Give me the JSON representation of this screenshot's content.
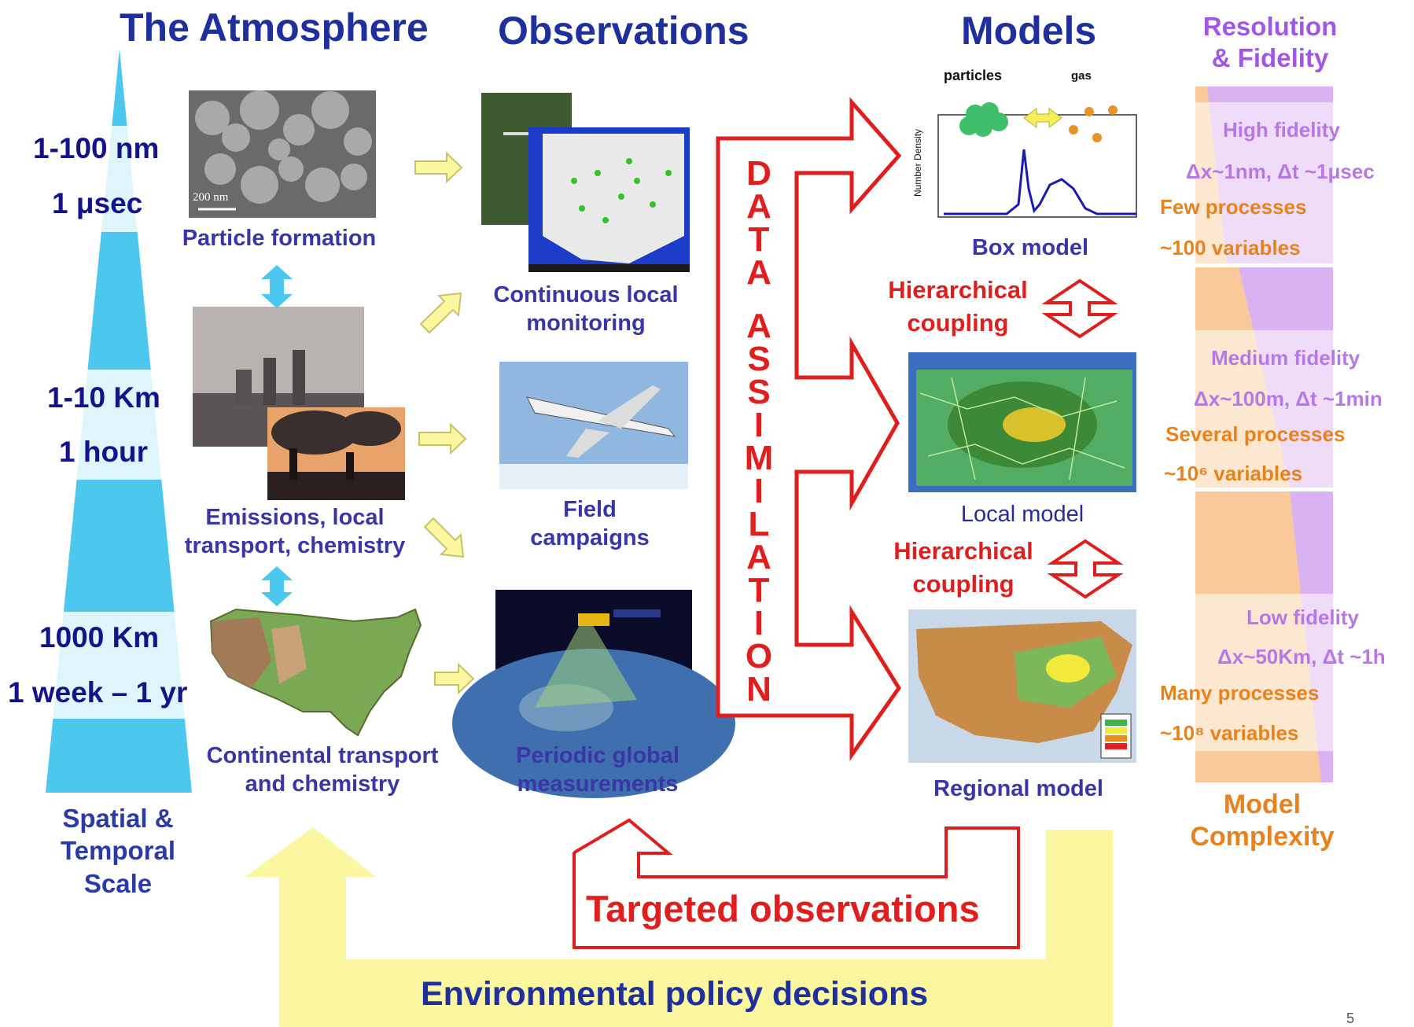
{
  "headers": {
    "atmosphere": "The Atmosphere",
    "observations": "Observations",
    "models": "Models",
    "resolution_l1": "Resolution",
    "resolution_l2": "& Fidelity"
  },
  "scale": {
    "s1_size": "1-100 nm",
    "s1_time": "1 μsec",
    "s2_size": "1-10 Km",
    "s2_time": "1 hour",
    "s3_size": "1000 Km",
    "s3_time": "1 week – 1 yr",
    "caption_l1": "Spatial &",
    "caption_l2": "Temporal",
    "caption_l3": "Scale"
  },
  "atmosphere": {
    "particle_caption": "Particle formation",
    "scale_bar": "200 nm",
    "emissions_l1": "Emissions, local",
    "emissions_l2": "transport, chemistry",
    "continental_l1": "Continental transport",
    "continental_l2": "and chemistry"
  },
  "observations": {
    "continuous_l1": "Continuous local",
    "continuous_l2": "monitoring",
    "field_l1": "Field",
    "field_l2": "campaigns",
    "periodic_l1": "Periodic global",
    "periodic_l2": "measurements"
  },
  "data_assimilation": {
    "letters": [
      "D",
      "A",
      "T",
      "A",
      "",
      "A",
      "S",
      "S",
      "I",
      "M",
      "I",
      "L",
      "A",
      "T",
      "I",
      "O",
      "N"
    ]
  },
  "models": {
    "box_particles": "particles",
    "box_gas": "gas",
    "box_ylabel": "Number Density",
    "box_caption": "Box model",
    "coupling1_l1": "Hierarchical",
    "coupling1_l2": "coupling",
    "local_caption": "Local model",
    "coupling2_l1": "Hierarchical",
    "coupling2_l2": "coupling",
    "regional_caption": "Regional model"
  },
  "resolution": {
    "high_fid": "High fidelity",
    "high_res": "Δx~1nm, Δt ~1μsec",
    "high_proc": "Few processes",
    "high_vars": "~100 variables",
    "med_fid": "Medium fidelity",
    "med_res": "Δx~100m, Δt ~1min",
    "med_proc": "Several processes",
    "med_vars": "~10⁶ variables",
    "low_fid": "Low fidelity",
    "low_res": "Δx~50Km, Δt ~1h",
    "low_proc": "Many processes",
    "low_vars": "~10⁸ variables",
    "complexity_l1": "Model",
    "complexity_l2": "Complexity"
  },
  "targeted": "Targeted observations",
  "policy": "Environmental policy decisions",
  "page_number": "5",
  "colors": {
    "title_blue": "#1f2f9e",
    "cyan": "#4cc8ee",
    "red": "#e01e1e",
    "yellow": "#fbf7a0",
    "purple": "#b877e6",
    "orange": "#e8821c"
  }
}
